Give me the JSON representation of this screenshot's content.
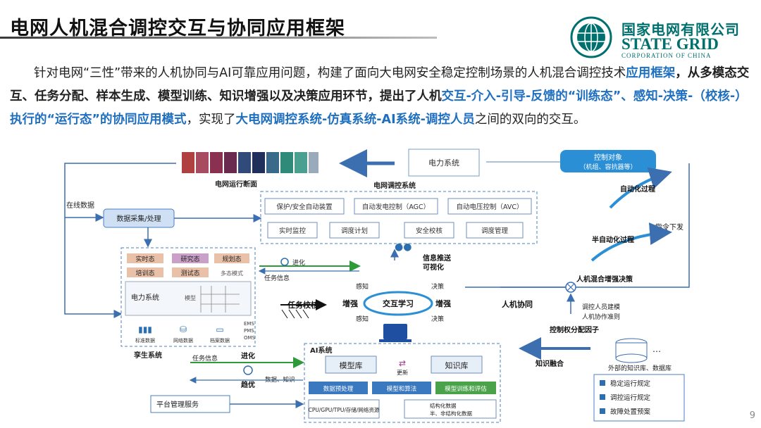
{
  "title": "电网人机混合调控交互与协同应用框架",
  "logo": {
    "cn": "国家电网有限公司",
    "en": "STATE GRID",
    "en_sub": "CORPORATION OF CHINA"
  },
  "intro": {
    "p1": "针对电网“三性”带来的人机协同与AI可靠应用问题，构建了面向大电网安全稳定控制场景的人机混合调控技术",
    "h1": "应用框架",
    "p2": "，从多模态交互、任务分配、样本生成、模型训练、知识增强以及决策应用环节，提出了人机",
    "h2": "交互-介入-引导",
    "h3": "-反馈的“训练态”、感知-决策-（校核-）执行的“运行态”的协同应用模式",
    "p3": "，实现了",
    "h4": "大电网调控系统-仿真系统-AI系统-调控人员",
    "p4": "之间的双向的交互。"
  },
  "diagram": {
    "grid_snapshot": "电网运行断面",
    "power_system": "电力系统",
    "control_obj": "控制对象",
    "control_obj_sub": "（机组、容抗器等）",
    "auto_process": "自动化过程",
    "semi_auto": "半自动化过程",
    "cmd_issue": "指令下发",
    "dispatch_title": "电网调控系统",
    "dispatch": [
      "保护/安全自动装置",
      "自动发电控制（AGC）",
      "自动电压控制（AVC）",
      "实时监控",
      "调度计划",
      "安全校核",
      "调度管理"
    ],
    "online_data": "在线数据",
    "data_collect": "数据采集/处理",
    "twin_states": [
      "实时态",
      "研究态",
      "规划态",
      "培训态",
      "测试态"
    ],
    "twin_sub": "多态模式",
    "twin_power": "电力系统",
    "twin_model": "模型",
    "twin_ems": [
      "EMS",
      "PMS",
      "OMS"
    ],
    "twin_icons": [
      "标准数据",
      "网络数据",
      "档案数据"
    ],
    "twin_name": "孪生系统",
    "evolve": "进化",
    "task_info": "任务信息",
    "task_check": "任务校核",
    "enhance": "增强",
    "interact_learn": "交互学习",
    "perceive": "感知",
    "decide": "决策",
    "info_push": "信息推送",
    "visual": "可视化",
    "hm_cooperate": "人机协同",
    "hm_decision": "人机混合增强决策",
    "decision_items": [
      "调控人员建模",
      "人机协作准则"
    ],
    "ctrl_factor": "控制权分配因子",
    "knowledge_fuse": "知识融合",
    "ext_kb": "外部的知识库、数据库",
    "ext_rules": [
      "稳定运行规定",
      "调控运行规定",
      "故障处置预案"
    ],
    "optimize": "趋优",
    "data_knowledge": "数据、知识",
    "ai_title": "AI系统",
    "model_lib": "模型库",
    "knowledge_lib": "知识库",
    "update": "更新",
    "ai_bars": [
      "数据预处理",
      "模型和算法",
      "模型训练和评估"
    ],
    "hw": "CPU/GPU/TPU/存储/网络资源",
    "structured": [
      "结构化数据",
      "半、非结构化数据"
    ],
    "platform": "平台管理服务"
  },
  "page": "9",
  "colors": {
    "accent_blue": "#1f6fbf",
    "brand_green": "#00706e",
    "dashed_box": "#4a7fbf"
  }
}
